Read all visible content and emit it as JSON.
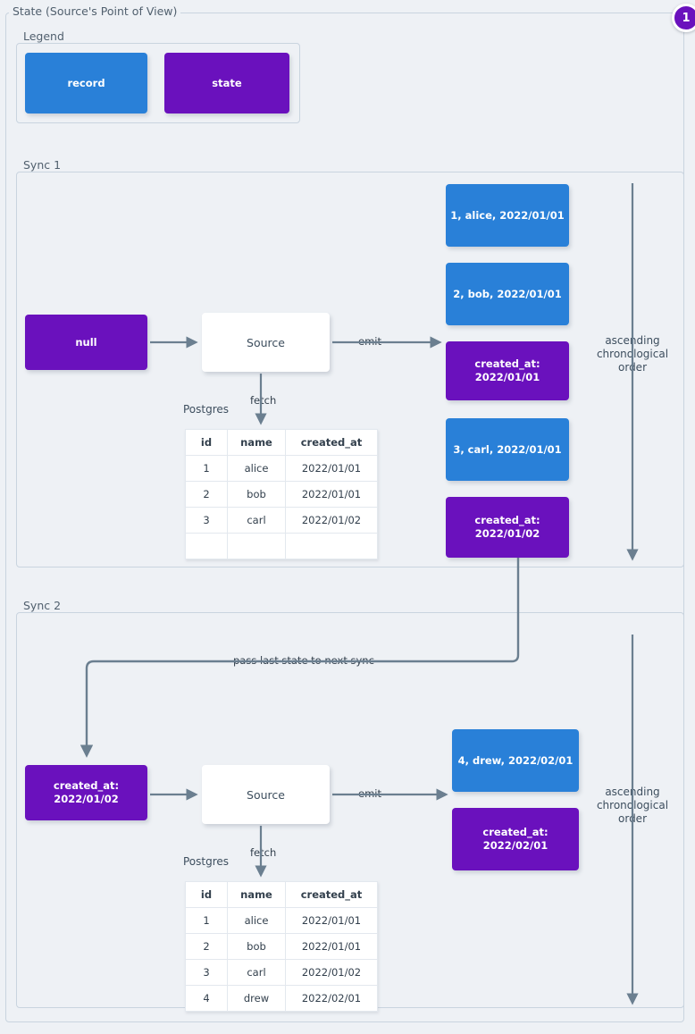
{
  "page": {
    "title": "State (Source's Point of View)",
    "badge": "1",
    "background": "#eef1f5",
    "record_color": "#2980d8",
    "state_color": "#6a11bd",
    "line_color": "#6b7f90"
  },
  "legend": {
    "label": "Legend",
    "items": [
      {
        "label": "record",
        "kind": "record"
      },
      {
        "label": "state",
        "kind": "state"
      }
    ]
  },
  "sync1": {
    "label": "Sync 1",
    "input_state": "null",
    "source": "Source",
    "fetch_label": "fetch",
    "emit_label": "emit",
    "db_label": "Postgres",
    "order_label": "ascending\nchronological\norder",
    "table": {
      "columns": [
        "id",
        "name",
        "created_at"
      ],
      "rows": [
        [
          "1",
          "alice",
          "2022/01/01"
        ],
        [
          "2",
          "bob",
          "2022/01/01"
        ],
        [
          "3",
          "carl",
          "2022/01/02"
        ],
        [
          "",
          "",
          ""
        ]
      ]
    },
    "outputs": [
      {
        "kind": "record",
        "text": "1, alice, 2022/01/01"
      },
      {
        "kind": "record",
        "text": "2, bob, 2022/01/01"
      },
      {
        "kind": "state",
        "text": "created_at:\n2022/01/01"
      },
      {
        "kind": "record",
        "text": "3, carl, 2022/01/01"
      },
      {
        "kind": "state",
        "text": "created_at:\n2022/01/02"
      }
    ]
  },
  "sync2": {
    "label": "Sync 2",
    "input_state": "created_at:\n2022/01/02",
    "source": "Source",
    "fetch_label": "fetch",
    "emit_label": "emit",
    "db_label": "Postgres",
    "order_label": "ascending\nchronological\norder",
    "pass_state_label": "pass last state to next sync",
    "table": {
      "columns": [
        "id",
        "name",
        "created_at"
      ],
      "rows": [
        [
          "1",
          "alice",
          "2022/01/01"
        ],
        [
          "2",
          "bob",
          "2022/01/01"
        ],
        [
          "3",
          "carl",
          "2022/01/02"
        ],
        [
          "4",
          "drew",
          "2022/02/01"
        ]
      ]
    },
    "outputs": [
      {
        "kind": "record",
        "text": "4, drew, 2022/02/01"
      },
      {
        "kind": "state",
        "text": "created_at:\n2022/02/01"
      }
    ]
  }
}
